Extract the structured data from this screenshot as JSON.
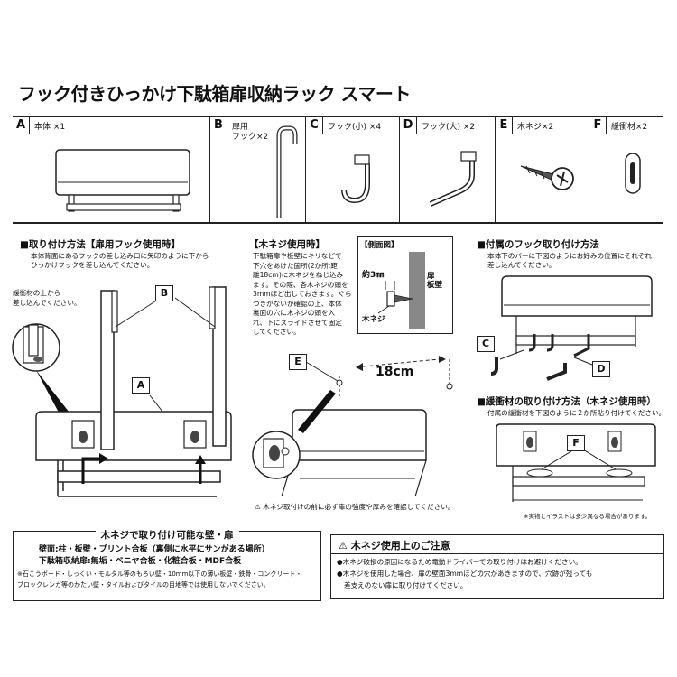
{
  "title": "フック付きひっかけ下駄箱扉収納ラック スマート",
  "parts": [
    {
      "letter": "A",
      "label": "本体 ×1"
    },
    {
      "letter": "B",
      "label": "扉用\nフック×2"
    },
    {
      "letter": "C",
      "label": "フック(小) ×4"
    },
    {
      "letter": "D",
      "label": "フック(大) ×2"
    },
    {
      "letter": "E",
      "label": "木ネジ×2"
    },
    {
      "letter": "F",
      "label": "緩衝材×2"
    }
  ],
  "install": {
    "heading": "■取り付け方法【扉用フック使用時】",
    "desc1": "本体背面にあるフックの差し込み口に矢印のように下から",
    "desc2": "ひっかけフックを差し込んでください。",
    "note1": "緩衝材の上から",
    "note2": "差し込んでください。",
    "label_a": "A",
    "label_b": "B"
  },
  "screw": {
    "heading": "【木ネジ使用時】",
    "lines": [
      "下駄箱扉や板壁にキリなどで",
      "下穴をあけた箇所(2か所:距",
      "離18cm)に木ネジをねじ込み",
      "ます。その際、各木ネジの頭を",
      "3mmほど出しておきます。ぐら",
      "つきがないか確認の上、本体",
      "裏面の穴に木ネジの頭を入",
      "れ、下にスライドさせて固定",
      "してください。"
    ],
    "side_label": "【側面図】",
    "approx": "約3㎜",
    "door_wall": "扉\n板壁",
    "wood_screw": "木ネジ",
    "distance": "18cm",
    "label_e": "E",
    "caution": "木ネジ取付けの前に必ず扉の強度や厚みを確認してください。"
  },
  "hook": {
    "heading": "■付属のフック取り付け方法",
    "desc1": "本体下のバーに下図のようにお好みの位置にそれぞれ",
    "desc2": "差し込んでください。",
    "label_c": "C",
    "label_d": "D"
  },
  "cushion": {
    "heading": "■緩衝材の取り付け方法（木ネジ使用時）",
    "desc": "付属の緩衝材を下図のように２か所貼り付けてください。",
    "label_f": "F",
    "footnote": "※実物とイラストは多少異なる場合があります。"
  },
  "walls": {
    "heading": "木ネジで取り付け可能な壁・扉",
    "line1": "壁面:柱・板壁・プリント合板（裏側に水平にサンがある場所）",
    "line2": "下駄箱収納扉:無垢・ベニヤ合板・化粧合板・MDF合板",
    "note1": "※石こうボード・しっくい・モルタル等のもろい壁・10mm以下の薄い板壁・鉄骨・コンクリート・",
    "note2": "ブロックレンガ等のかたい壁・タイルおよびタイルの目地等では使用しないでください。"
  },
  "warning": {
    "heading": "木ネジ使用上のご注意",
    "line1": "●木ネジ破損の原因になるため電動ドライバーでの取り付けはお避けください。",
    "line2": "●木ネジを使用した場合、扉の壁面3mmほどの穴があきますので、穴跡が残っても",
    "line3": "差支えのない扉に取り付けてください。"
  }
}
